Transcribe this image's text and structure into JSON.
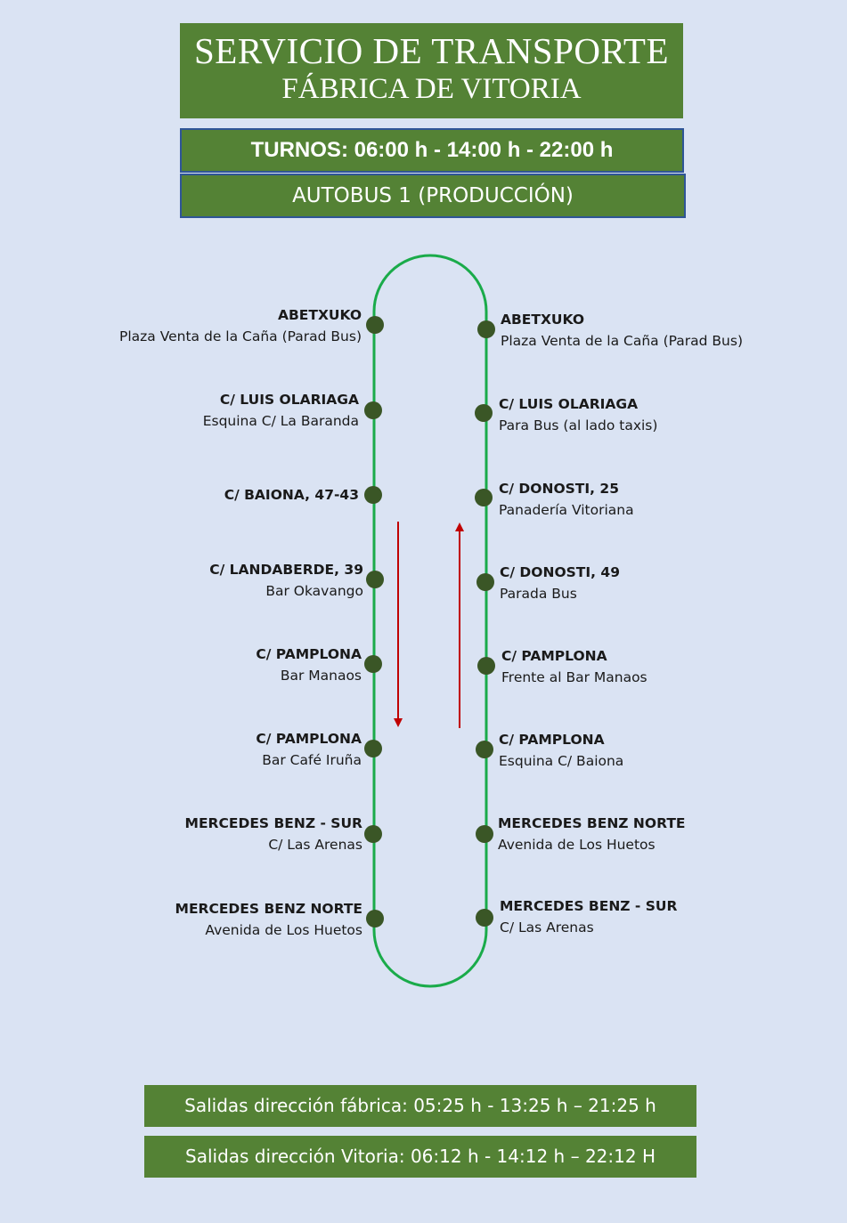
{
  "header": {
    "title_line1": "SERVICIO DE TRANSPORTE",
    "title_line2": "FÁBRICA DE VITORIA",
    "turnos": "TURNOS:  06:00 h - 14:00 h -  22:00 h",
    "bus": "AUTOBUS 1 (PRODUCCIÓN)"
  },
  "route": {
    "line_color": "#1aab4a",
    "stop_color": "#3a5626",
    "arrow_color": "#c00000",
    "direction_left": "down",
    "direction_right": "up",
    "left_stops": [
      {
        "name": "ABETXUKO",
        "detail": "Plaza Venta de la Caña (Parad Bus)"
      },
      {
        "name": "C/ LUIS OLARIAGA",
        "detail": "Esquina C/ La Baranda"
      },
      {
        "name": "C/ BAIONA, 47-43",
        "detail": ""
      },
      {
        "name": "C/ LANDABERDE, 39",
        "detail": "Bar Okavango"
      },
      {
        "name": "C/ PAMPLONA",
        "detail": "Bar Manaos"
      },
      {
        "name": "C/ PAMPLONA",
        "detail": "Bar Café Iruña"
      },
      {
        "name": "MERCEDES BENZ - SUR",
        "detail": "C/ Las Arenas"
      },
      {
        "name": "MERCEDES BENZ NORTE",
        "detail": "Avenida de Los Huetos"
      }
    ],
    "right_stops": [
      {
        "name": "ABETXUKO",
        "detail": "Plaza Venta de la Caña (Parad Bus)"
      },
      {
        "name": "C/ LUIS OLARIAGA",
        "detail": "Para Bus (al lado taxis)"
      },
      {
        "name": "C/ DONOSTI, 25",
        "detail": "Panadería Vitoriana"
      },
      {
        "name": "C/ DONOSTI, 49",
        "detail": "Parada Bus"
      },
      {
        "name": "C/ PAMPLONA",
        "detail": "Frente al Bar Manaos"
      },
      {
        "name": "C/ PAMPLONA",
        "detail": "Esquina C/ Baiona"
      },
      {
        "name": "MERCEDES BENZ NORTE",
        "detail": "Avenida de Los Huetos"
      },
      {
        "name": "MERCEDES BENZ - SUR",
        "detail": "C/ Las Arenas"
      }
    ]
  },
  "departures": {
    "to_factory": "Salidas dirección fábrica: 05:25 h  - 13:25 h – 21:25 h",
    "to_vitoria": "Salidas dirección Vitoria: 06:12 h  - 14:12 h – 22:12 H"
  },
  "colors": {
    "background": "#dae3f3",
    "box_green": "#548235",
    "box_border_blue": "#2f5597"
  }
}
